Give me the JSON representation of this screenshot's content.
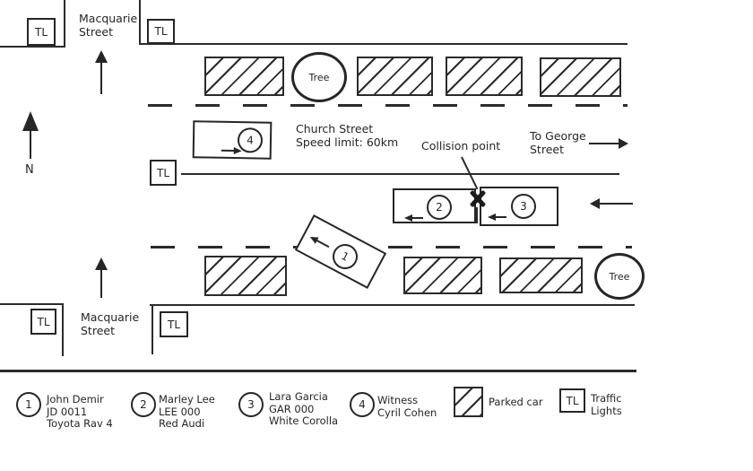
{
  "colors": {
    "ink": "#2b2b2b",
    "background": "#ffffff"
  },
  "labels": {
    "macquarie_top": "Macquarie\nStreet",
    "macquarie_bottom": "Macquarie\nStreet",
    "north": "N",
    "church_street": "Church Street\nSpeed limit: 60km",
    "collision_point": "Collision point",
    "to_george": "To George\nStreet",
    "tree": "Tree",
    "traffic_light": "TL"
  },
  "vehicles": [
    {
      "number": "1",
      "direction": "northwest"
    },
    {
      "number": "2",
      "direction": "west"
    },
    {
      "number": "3",
      "direction": "west"
    },
    {
      "number": "4",
      "direction": "east"
    }
  ],
  "legend": {
    "items": [
      {
        "number": "1",
        "lines": "John Demir\nJD 0011\nToyota Rav 4"
      },
      {
        "number": "2",
        "lines": "Marley Lee\nLEE 000\nRed Audi"
      },
      {
        "number": "3",
        "lines": "Lara Garcia\nGAR 000\nWhite Corolla"
      },
      {
        "number": "4",
        "lines": "Witness\nCyril Cohen"
      },
      {
        "symbol": "parked-car",
        "label": "Parked car"
      },
      {
        "symbol": "TL",
        "label": "Traffic\nLights"
      }
    ]
  }
}
